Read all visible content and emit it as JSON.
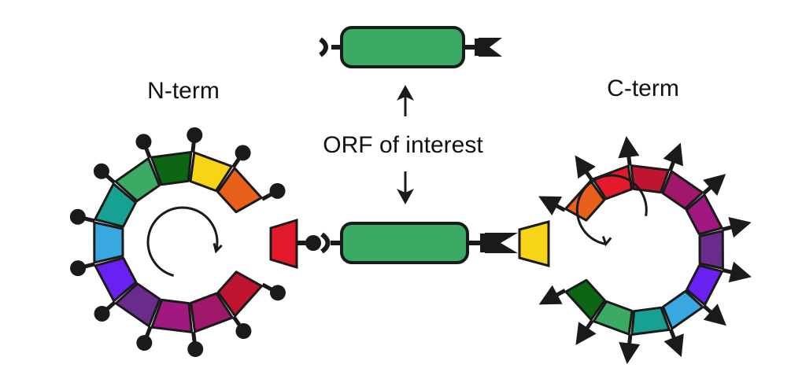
{
  "labels": {
    "n_term": "N-term",
    "c_term": "C-term",
    "orf": "ORF of interest"
  },
  "colors": {
    "stroke": "#1a1a1a",
    "orf_fill": "#3aaa64",
    "wheel_segments": [
      "#e31a2c",
      "#e8601c",
      "#f7d417",
      "#0d6614",
      "#3aaa64",
      "#17a192",
      "#3aa8e0",
      "#6a20f0",
      "#6a2c8c",
      "#a01880",
      "#a0186a",
      "#c01530"
    ]
  },
  "left_wheel": {
    "segment_colors": [
      "#c01530",
      "#a0186a",
      "#a01880",
      "#6a2c8c",
      "#6a20f0",
      "#3aa8e0",
      "#17a192",
      "#3aaa64",
      "#0d6614",
      "#f7d417",
      "#e8601c"
    ],
    "terminal_piece_color": "#e31a2c",
    "marker": "ball-on-stick",
    "rotation": "clockwise"
  },
  "right_wheel": {
    "segment_colors": [
      "#e8601c",
      "#e31a2c",
      "#c01530",
      "#a0186a",
      "#a01880",
      "#6a2c8c",
      "#6a20f0",
      "#3aa8e0",
      "#17a192",
      "#3aaa64",
      "#0d6614"
    ],
    "terminal_piece_color": "#f7d417",
    "marker": "arrowhead",
    "rotation": "counterclockwise"
  },
  "icons": [
    "rotation-arrow-icon",
    "up-arrow-icon",
    "down-arrow-icon",
    "socket-connector-icon",
    "arrowhead-connector-icon"
  ]
}
